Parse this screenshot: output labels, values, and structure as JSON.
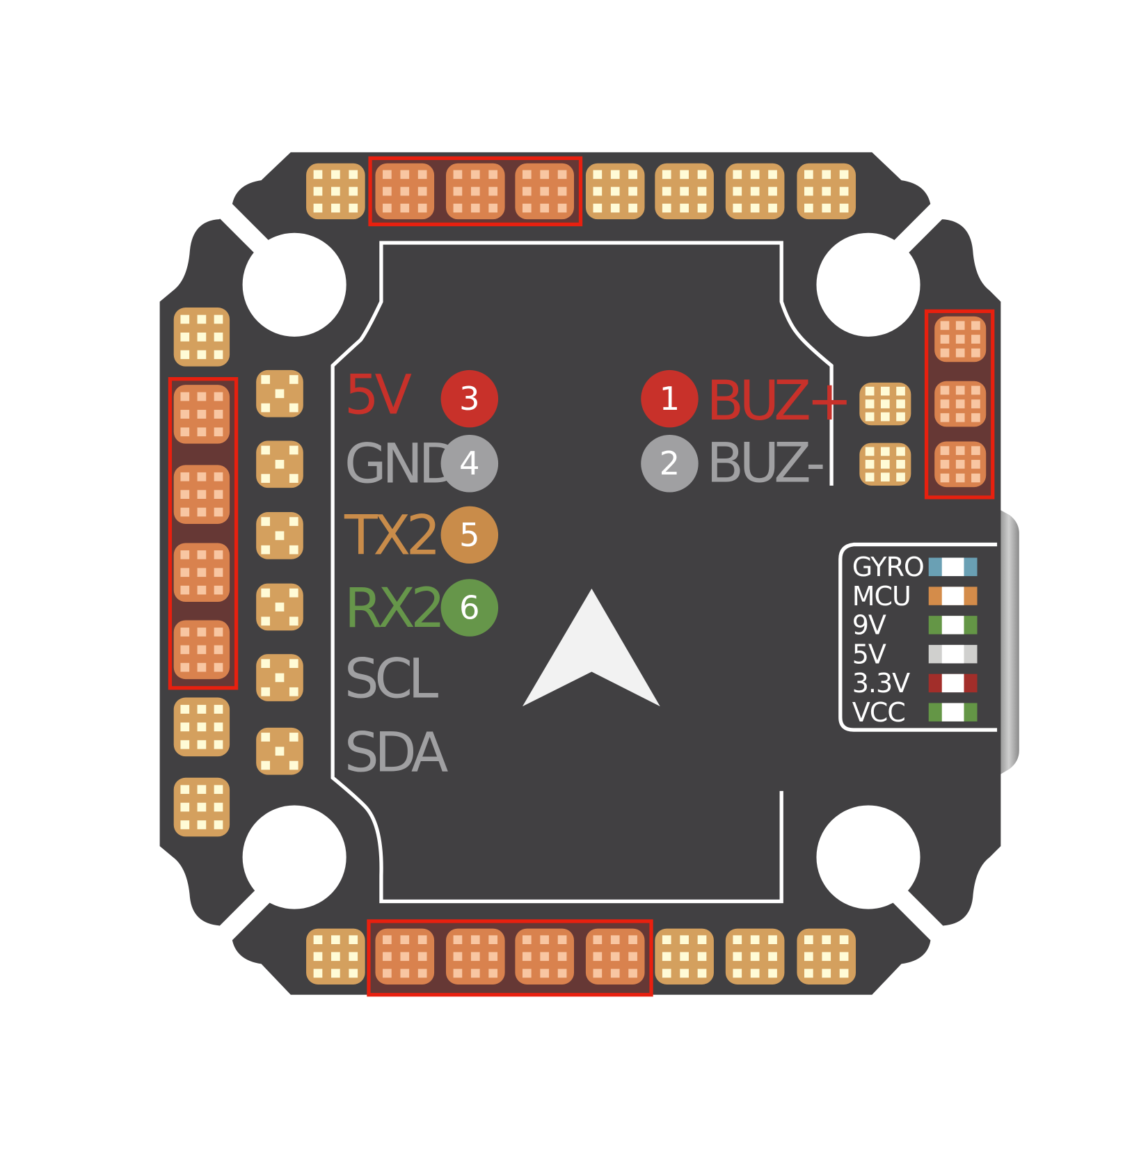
{
  "colors": {
    "board": "#414042",
    "pad": "#d4a05e",
    "pad_dot": "#fffbd6",
    "pad_hl": "#d9824e",
    "pad_hl_dot": "#f8c6a2",
    "hl_box": "#e8200f",
    "hl_fill": "#663835",
    "red": "#c8312a",
    "gray": "#a0a0a2",
    "orange": "#c98c4a",
    "green": "#66964a",
    "arrow": "#f2f2f2"
  },
  "left_pins": [
    {
      "label": "5V",
      "number": "3",
      "color": "#c8312a",
      "circle": "#c8312a"
    },
    {
      "label": "GND",
      "number": "4",
      "color": "#a0a0a2",
      "circle": "#a0a0a2"
    },
    {
      "label": "TX2",
      "number": "5",
      "color": "#c98c4a",
      "circle": "#c98c4a"
    },
    {
      "label": "RX2",
      "number": "6",
      "color": "#66964a",
      "circle": "#66964a"
    },
    {
      "label": "SCL",
      "color": "#a0a0a2"
    },
    {
      "label": "SDA",
      "color": "#a0a0a2"
    }
  ],
  "right_pins": [
    {
      "label": "BUZ+",
      "number": "1",
      "color": "#c8312a",
      "circle": "#c8312a"
    },
    {
      "label": "BUZ-",
      "number": "2",
      "color": "#a0a0a2",
      "circle": "#a0a0a2"
    }
  ],
  "led_legend": [
    {
      "label": "GYRO",
      "color": "#6aa0b4"
    },
    {
      "label": "MCU",
      "color": "#d48c4a"
    },
    {
      "label": "9V",
      "color": "#649646"
    },
    {
      "label": "5V",
      "color": "#d0d0ce"
    },
    {
      "label": "3.3V",
      "color": "#a22e2a"
    },
    {
      "label": "VCC",
      "color": "#649646"
    }
  ]
}
